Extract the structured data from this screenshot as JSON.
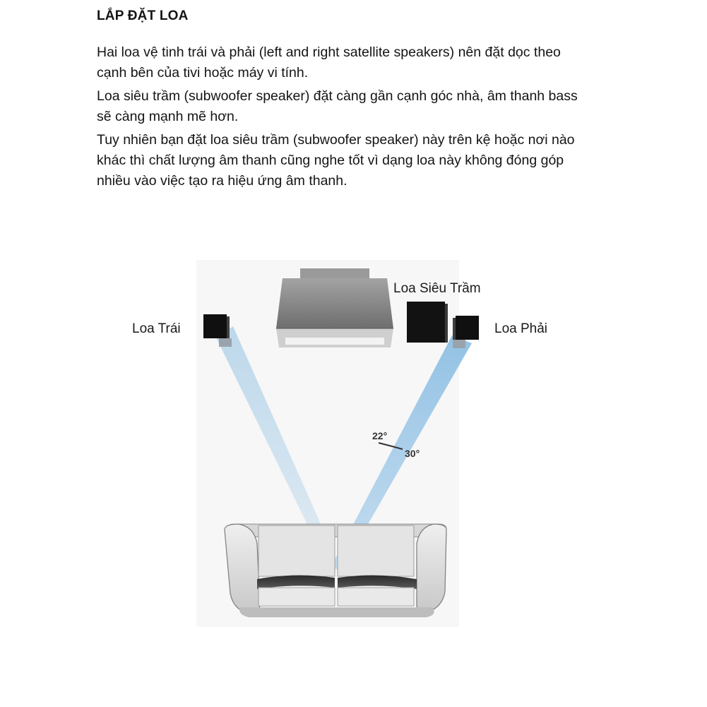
{
  "document": {
    "heading": "LẮP ĐẶT LOA",
    "paragraphs": [
      "Hai loa vệ tinh trái và phải (left and right satellite speakers) nên đặt dọc theo cạnh bên của tivi hoặc máy vi tính.",
      "Loa siêu trầm (subwoofer speaker) đặt càng gần cạnh góc nhà, âm thanh bass sẽ càng mạnh mẽ hơn.",
      "Tuy nhiên bạn đặt loa siêu trầm (subwoofer speaker) này trên kệ hoặc nơi nào khác thì chất lượng âm thanh cũng nghe tốt vì dạng loa này không đóng góp nhiều vào việc tạo ra hiệu ứng âm thanh."
    ]
  },
  "diagram": {
    "labels": {
      "left_speaker": "Loa Trái",
      "right_speaker": "Loa Phải",
      "subwoofer": "Loa Siêu Trầm"
    },
    "angles": {
      "inner": "22°",
      "outer": "30°"
    },
    "colors": {
      "beam": "#9ec8e6",
      "speaker": "#111111",
      "tv_body": "#8a8a8a",
      "sofa": "#d9d9d9"
    }
  }
}
